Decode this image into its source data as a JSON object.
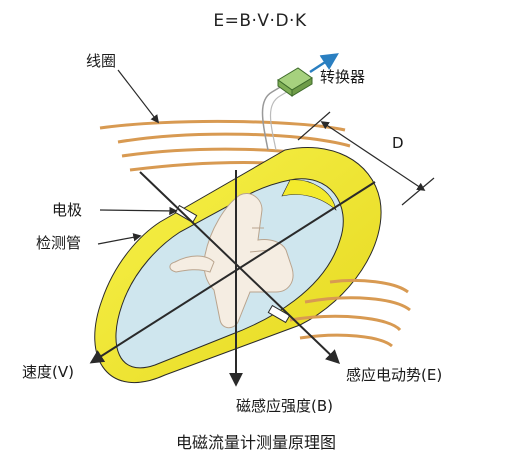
{
  "formula": "E=B·V·D·K",
  "labels": {
    "coil": "线圈",
    "converter": "转换器",
    "dimension": "D",
    "electrode": "电极",
    "measuring_tube": "检测管",
    "velocity": "速度(V)",
    "induced_emf": "感应电动势(E)",
    "magnetic_field": "磁感应强度(B)"
  },
  "caption": "电磁流量计测量原理图",
  "colors": {
    "tube_yellow": "#f3ea2c",
    "tube_inner": "#cfe6ee",
    "coil_copper": "#d89a52",
    "converter_green": "#8fc46a",
    "arrow_blue": "#2a7fc1",
    "line_dark": "#2a2a2a"
  }
}
